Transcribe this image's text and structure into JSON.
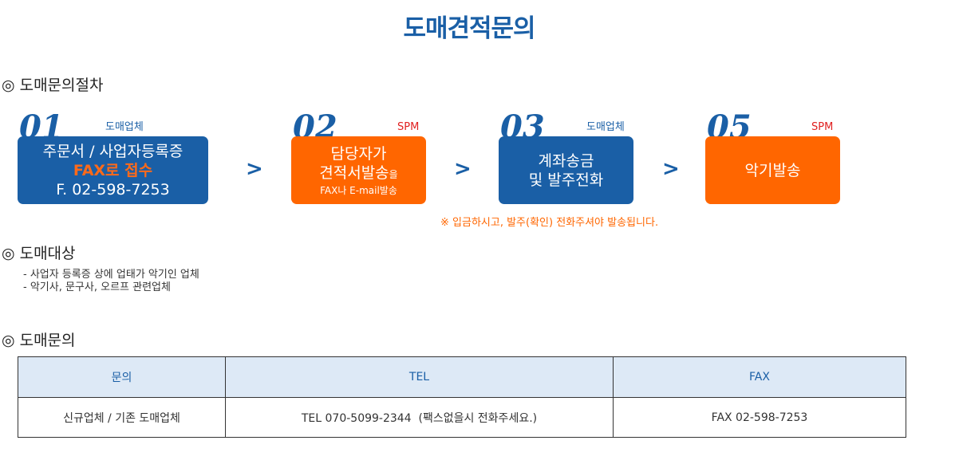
{
  "page": {
    "title": "도매견적문의"
  },
  "sections": {
    "procedure": {
      "mark": "◎",
      "title": "도매문의절차"
    },
    "target": {
      "mark": "◎",
      "title": "도매대상"
    },
    "inquiry": {
      "mark": "◎",
      "title": "도매문의"
    }
  },
  "steps": [
    {
      "num": "01",
      "tag": "도매업체",
      "lines": [
        "주문서 / 사업자등록증",
        "FAX로 접수",
        "F. 02-598-7253"
      ]
    },
    {
      "num": "02",
      "tag": "SPM",
      "lines": [
        "담당자가",
        "견적서발송",
        "을",
        "FAX나 E-mail발송"
      ]
    },
    {
      "num": "03",
      "tag": "도매업체",
      "lines": [
        "계좌송금",
        "및 발주전화"
      ]
    },
    {
      "num": "05",
      "tag": "SPM",
      "lines": [
        "악기발송"
      ]
    }
  ],
  "arrows": [
    ">",
    ">",
    ">"
  ],
  "notice": "※ 입금하시고, 발주(확인) 전화주셔야 발송됩니다.",
  "target_items": [
    "- 사업자 등록증 상에 업태가 악기인 업체",
    "- 악기사, 문구사, 오르프 관련업체"
  ],
  "table": {
    "headers": [
      "문의",
      "TEL",
      "FAX"
    ],
    "rows": [
      [
        "신규업체 / 기존 도매업체",
        "TEL 070-5099-2344  (팩스없을시 전화주세요.)",
        "FAX 02-598-7253"
      ]
    ]
  },
  "colors": {
    "brand_blue": "#1a5fa6",
    "accent_orange": "#ff6600",
    "tag_red": "#e02020",
    "table_header_bg": "#dde9f6"
  }
}
